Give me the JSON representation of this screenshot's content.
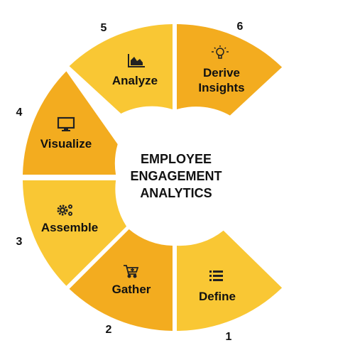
{
  "center": {
    "title_lines": [
      "EMPLOYEE",
      "ENGAGEMENT",
      "ANALYTICS"
    ]
  },
  "steps": [
    {
      "number": "1",
      "label_lines": [
        "Define"
      ],
      "icon": "list-icon",
      "color": "#f9c734"
    },
    {
      "number": "2",
      "label_lines": [
        "Gather"
      ],
      "icon": "cart-plus-icon",
      "color": "#f3ac1f"
    },
    {
      "number": "3",
      "label_lines": [
        "Assemble"
      ],
      "icon": "gears-icon",
      "color": "#f9c734"
    },
    {
      "number": "4",
      "label_lines": [
        "Visualize"
      ],
      "icon": "monitor-icon",
      "color": "#f3ac1f"
    },
    {
      "number": "5",
      "label_lines": [
        "Analyze"
      ],
      "icon": "area-chart-icon",
      "color": "#f9c734"
    },
    {
      "number": "6",
      "label_lines": [
        "Derive",
        "Insights"
      ],
      "icon": "lightbulb-icon",
      "color": "#f3ac1f"
    }
  ]
}
